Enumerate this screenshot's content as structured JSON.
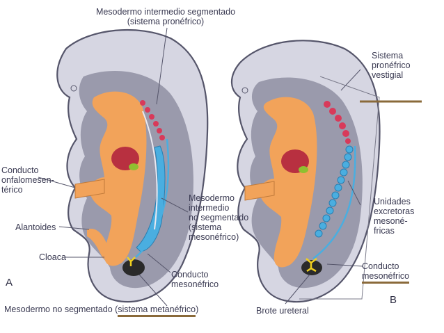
{
  "labels": {
    "mesodermo_segmentado": [
      "Mesodermo intermedio segmentado",
      "(sistema pronéfrico)"
    ],
    "sistema_pronefrico_vestigial": [
      "Sistema",
      "pronéfrico",
      "vestigial"
    ],
    "conducto_onfalomesenterico": [
      "Conducto",
      "onfalomesen-",
      "térico"
    ],
    "alantoides": "Alantoides",
    "cloaca": "Cloaca",
    "mesodermo_no_segmentado": [
      "Mesodermo",
      "intermedio",
      "no segmentado",
      "(sistema",
      "mesonéfrico)"
    ],
    "unidades_excretoras": [
      "Unidades",
      "excretoras",
      "mesoné-",
      "fricas"
    ],
    "conducto_mesonefrico_a": [
      "Conducto",
      "mesonéfrico"
    ],
    "conducto_mesonefrico_b": [
      "Conducto",
      "mesonéfrico"
    ],
    "mesodermo_metanefrico_prefix": "Mesodermo no segmentado (",
    "mesodermo_metanefrico_underlined": "sistema metanéfrico",
    "mesodermo_metanefrico_suffix": ")",
    "brote_ureteral": "Brote ureteral",
    "panel_a": "A",
    "panel_b": "B"
  },
  "colors": {
    "embryo_body": "#9a9aac",
    "embryo_outline": "#55556a",
    "mesoderm_orange": "#f2a35a",
    "heart_red": "#b83040",
    "liver_green": "#8fc030",
    "mesonephric_blue": "#4aaee0",
    "nephrotome_pink": "#d83a5a",
    "cloaca_dark": "#2a2a2a",
    "ureteric_yellow": "#f0d020",
    "underline_brown": "#8a6a3a"
  }
}
